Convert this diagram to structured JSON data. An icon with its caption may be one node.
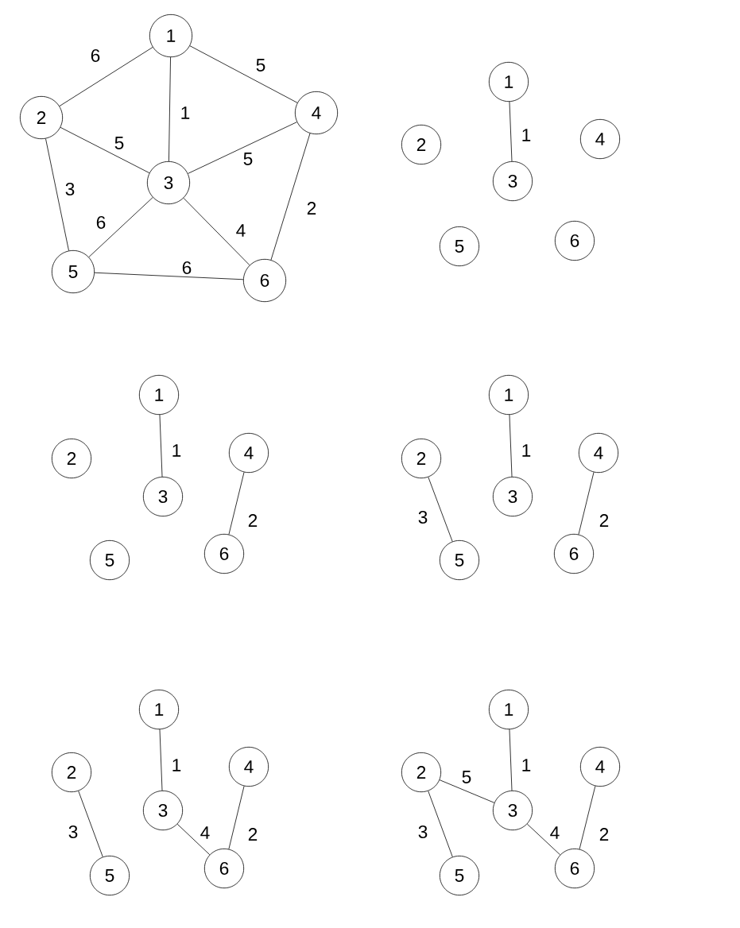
{
  "diagram": {
    "nodes": [
      {
        "text": [
          "1"
        ]
      },
      {
        "text": [
          "2"
        ]
      },
      {
        "text": [
          "3"
        ]
      },
      {
        "text": [
          "4"
        ]
      },
      {
        "text": [
          "5"
        ]
      },
      {
        "text": [
          "6"
        ]
      },
      {
        "text": [
          "1"
        ]
      },
      {
        "text": [
          "2"
        ]
      },
      {
        "text": [
          "3"
        ]
      },
      {
        "text": [
          "4"
        ]
      },
      {
        "text": [
          "5"
        ]
      },
      {
        "text": [
          "6"
        ]
      },
      {
        "text": [
          "1"
        ]
      },
      {
        "text": [
          "2"
        ]
      },
      {
        "text": [
          "3"
        ]
      },
      {
        "text": [
          "4"
        ]
      },
      {
        "text": [
          "5"
        ]
      },
      {
        "text": [
          "6"
        ]
      },
      {
        "text": [
          "1"
        ]
      },
      {
        "text": [
          "2"
        ]
      },
      {
        "text": [
          "3"
        ]
      },
      {
        "text": [
          "4"
        ]
      },
      {
        "text": [
          "5"
        ]
      },
      {
        "text": [
          "6"
        ]
      },
      {
        "text": [
          "1"
        ]
      },
      {
        "text": [
          "2"
        ]
      },
      {
        "text": [
          "3"
        ]
      },
      {
        "text": [
          "4"
        ]
      },
      {
        "text": [
          "5"
        ]
      },
      {
        "text": [
          "6"
        ]
      },
      {
        "text": [
          "1"
        ]
      },
      {
        "text": [
          "2"
        ]
      },
      {
        "text": [
          "3"
        ]
      },
      {
        "text": [
          "4"
        ]
      },
      {
        "text": [
          "5"
        ]
      },
      {
        "text": [
          "6"
        ]
      }
    ],
    "edges": [
      {
        "from": 0,
        "to": 1,
        "arrow": "none",
        "label": "6"
      },
      {
        "from": 0,
        "to": 2,
        "arrow": "none",
        "label": "1"
      },
      {
        "from": 0,
        "to": 3,
        "arrow": "none",
        "label": "5"
      },
      {
        "from": 1,
        "to": 2,
        "arrow": "none",
        "label": "5"
      },
      {
        "from": 2,
        "to": 3,
        "arrow": "none",
        "label": "5"
      },
      {
        "from": 1,
        "to": 4,
        "arrow": "none",
        "label": "3"
      },
      {
        "from": 2,
        "to": 4,
        "arrow": "none",
        "label": "6"
      },
      {
        "from": 2,
        "to": 5,
        "arrow": "none",
        "label": "4"
      },
      {
        "from": 3,
        "to": 5,
        "arrow": "none",
        "label": "2"
      },
      {
        "from": 4,
        "to": 5,
        "arrow": "none",
        "label": "6"
      },
      {
        "from": 6,
        "to": 8,
        "arrow": "none",
        "label": "1"
      },
      {
        "from": 12,
        "to": 14,
        "arrow": "none",
        "label": "1"
      },
      {
        "from": 15,
        "to": 17,
        "arrow": "none",
        "label": "2"
      },
      {
        "from": 18,
        "to": 20,
        "arrow": "none",
        "label": "1"
      },
      {
        "from": 19,
        "to": 22,
        "arrow": "none",
        "label": "3"
      },
      {
        "from": 21,
        "to": 23,
        "arrow": "none",
        "label": "2"
      },
      {
        "from": 24,
        "to": 26,
        "arrow": "none",
        "label": "1"
      },
      {
        "from": 25,
        "to": 28,
        "arrow": "none",
        "label": "3"
      },
      {
        "from": 27,
        "to": 29,
        "arrow": "none",
        "label": "2"
      },
      {
        "from": 26,
        "to": 29,
        "arrow": "none",
        "label": "4"
      },
      {
        "from": 30,
        "to": 32,
        "arrow": "none",
        "label": "1"
      },
      {
        "from": 31,
        "to": 34,
        "arrow": "none",
        "label": "3"
      },
      {
        "from": 33,
        "to": 35,
        "arrow": "none",
        "label": "2"
      },
      {
        "from": 32,
        "to": 35,
        "arrow": "none",
        "label": "4"
      },
      {
        "from": 31,
        "to": 32,
        "arrow": "none",
        "label": "5"
      }
    ]
  }
}
